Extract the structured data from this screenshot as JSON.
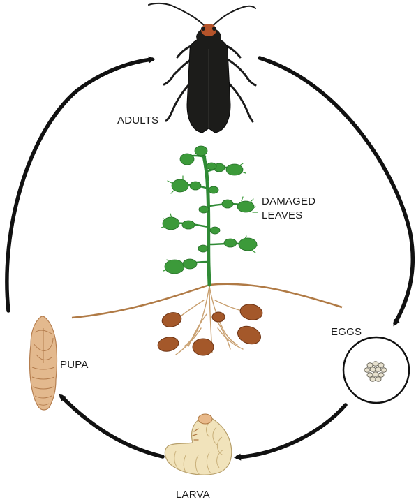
{
  "labels": {
    "adults": "ADULTS",
    "damaged_line1": "DAMAGED",
    "damaged_line2": "LEAVES",
    "eggs": "EGGS",
    "pupa": "PUPA",
    "larva": "LARVA"
  },
  "colors": {
    "arrow": "#111111",
    "beetle_body": "#1c1c1a",
    "beetle_head": "#b4532a",
    "leaf": "#3c9a3a",
    "stem": "#2f8a35",
    "soil_line": "#b07a45",
    "tuber": "#a4582a",
    "root": "#c9a070",
    "larva": "#f1e3bb",
    "pupa": "#e3b98e",
    "egg": "#e7e1cf"
  }
}
